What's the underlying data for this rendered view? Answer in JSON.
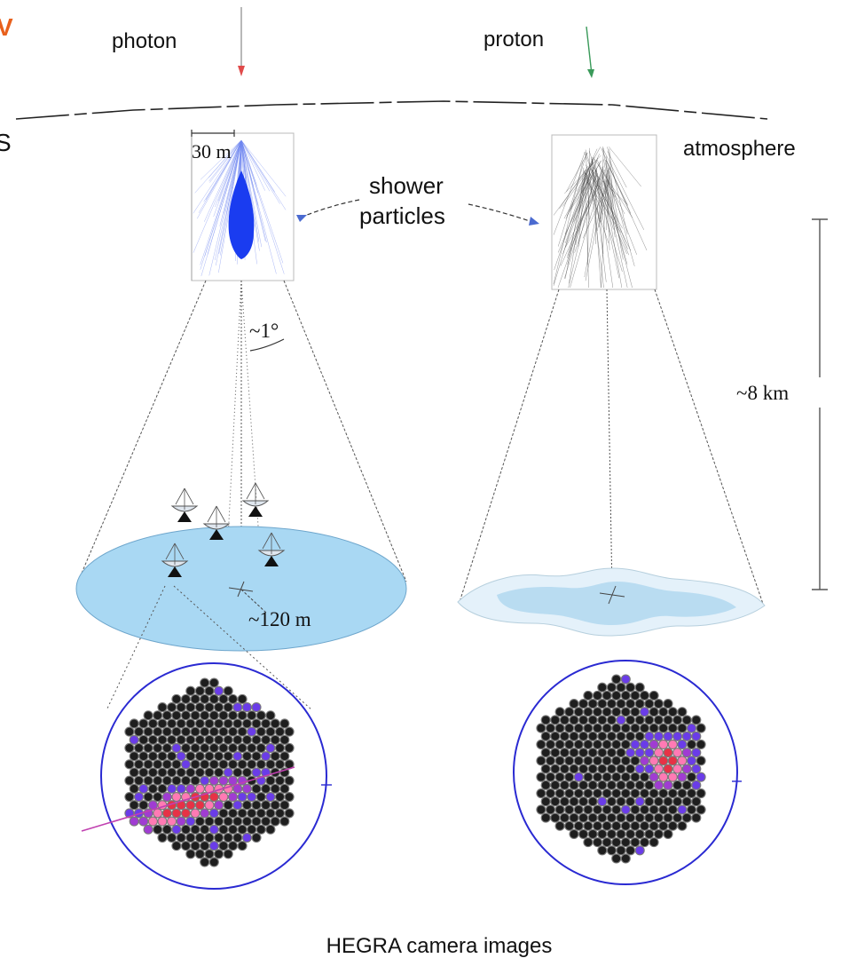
{
  "labels": {
    "cut_top_left": "V",
    "cut_left": "S",
    "photon": "photon",
    "proton": "proton",
    "atmosphere": "atmosphere",
    "scale_30m": "30 m",
    "shower_particles_line1": "shower",
    "shower_particles_line2": "particles",
    "angle": "~1°",
    "height": "~8 km",
    "radius": "~120 m",
    "caption": "HEGRA camera images"
  },
  "colors": {
    "accent_orange": "#e8601c",
    "photon_shower": "#1a3cf0",
    "pool_light": "#a9d8f3",
    "pool_edge": "#6ea6cc",
    "proton_pool_outer": "#e4f1fa",
    "proton_pool_inner": "#b9dcf1",
    "pixel_dark": "#1e1e1e",
    "pixel_ring": "#7a7a7a",
    "pixel_blue": "#6a3ce8",
    "pixel_violet": "#a03cd2",
    "pixel_red": "#e63246",
    "pixel_pink": "#ff7ab4",
    "camera_circle": "#2a2ad2",
    "photon_arrow_tip": "#e04a4a",
    "proton_arrow": "#3a9a5a"
  },
  "icons": [
    "telescope-icon",
    "down-arrow-icon"
  ]
}
